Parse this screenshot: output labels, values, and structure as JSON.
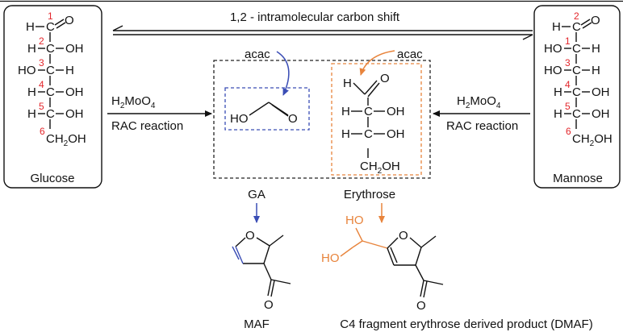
{
  "colors": {
    "ink": "#111111",
    "number_red": "#e3262b",
    "blue": "#3a4db5",
    "orange": "#e8843c",
    "box_dash_gray": "#222222"
  },
  "top": {
    "shift_label": "1,2 -  intramolecular carbon shift"
  },
  "glucose": {
    "name": "Glucose",
    "rows": [
      {
        "num": "1",
        "left": "H",
        "right": "O"
      },
      {
        "num": "2",
        "left": "H",
        "right": "OH"
      },
      {
        "num": "3",
        "left": "HO",
        "right": "H"
      },
      {
        "num": "4",
        "left": "H",
        "right": "OH"
      },
      {
        "num": "5",
        "left": "H",
        "right": "OH"
      },
      {
        "num": "6",
        "tail": "CH",
        "tail_sub": "2",
        "tail_end": "OH"
      }
    ]
  },
  "mannose": {
    "name": "Mannose",
    "rows": [
      {
        "num": "2",
        "left": "H",
        "right": "O"
      },
      {
        "num": "1",
        "left": "HO",
        "right": "H"
      },
      {
        "num": "3",
        "left": "HO",
        "right": "H"
      },
      {
        "num": "4",
        "left": "H",
        "right": "OH"
      },
      {
        "num": "5",
        "left": "H",
        "right": "OH"
      },
      {
        "num": "6",
        "tail": "CH",
        "tail_sub": "2",
        "tail_end": "OH"
      }
    ]
  },
  "carbon_atom": "C",
  "reagent": {
    "main": "H",
    "sub1": "2",
    "mid": "MoO",
    "sub2": "4",
    "reaction": "RAC reaction"
  },
  "center": {
    "acac_left": "acac",
    "acac_right": "acac",
    "ga_ho": "HO",
    "ga_o": "O",
    "ga_label": "GA",
    "ery_label": "Erythrose",
    "ery_top_h": "H",
    "ery_top_o": "O",
    "ery_rows": [
      {
        "left": "H",
        "right": "OH"
      },
      {
        "left": "H",
        "right": "OH"
      }
    ],
    "ery_tail": "CH",
    "ery_tail_sub": "2",
    "ery_tail_end": "OH"
  },
  "products": {
    "maf_label": "MAF",
    "dmaf_label": "C4 fragment erythrose derived product (DMAF)",
    "ring_o": "O",
    "ketone_o": "O",
    "dmaf_ho_top": "HO",
    "dmaf_ho_left": "HO"
  }
}
